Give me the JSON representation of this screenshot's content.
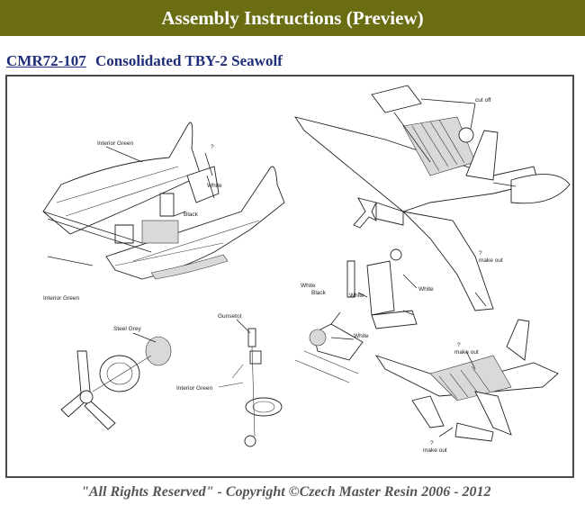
{
  "header": {
    "title": "Assembly Instructions (Preview)"
  },
  "kit": {
    "code": "CMR72-107",
    "name": "Consolidated TBY-2 Seawolf"
  },
  "labels": {
    "interior_green_top": "Interior Green",
    "question_top": "?",
    "white_top": "White",
    "black_top": "Black",
    "interior_green_left": "Interior Green",
    "cut_off": "cut off",
    "question_right": "?",
    "make_out_right": "make out",
    "white_gear_1": "White",
    "white_gear_2": "White",
    "white_black_white": "White",
    "black_mid": "Black",
    "white_mid": "White",
    "steel_grey": "Steel Grey",
    "gunsight": "Gunsetol",
    "interior_green_bottom": "Interior Green",
    "question_bottom": "?",
    "make_out_bottom": "make out",
    "question_bottom2": "?",
    "make_out_bottom2": "make out"
  },
  "footer": {
    "copyright": "\"All Rights Reserved\" - Copyright ©Czech Master Resin 2006 - 2012"
  },
  "colors": {
    "header_bg": "#6b6d13",
    "kit_text": "#1f2f7a",
    "footer_text": "#555555"
  }
}
